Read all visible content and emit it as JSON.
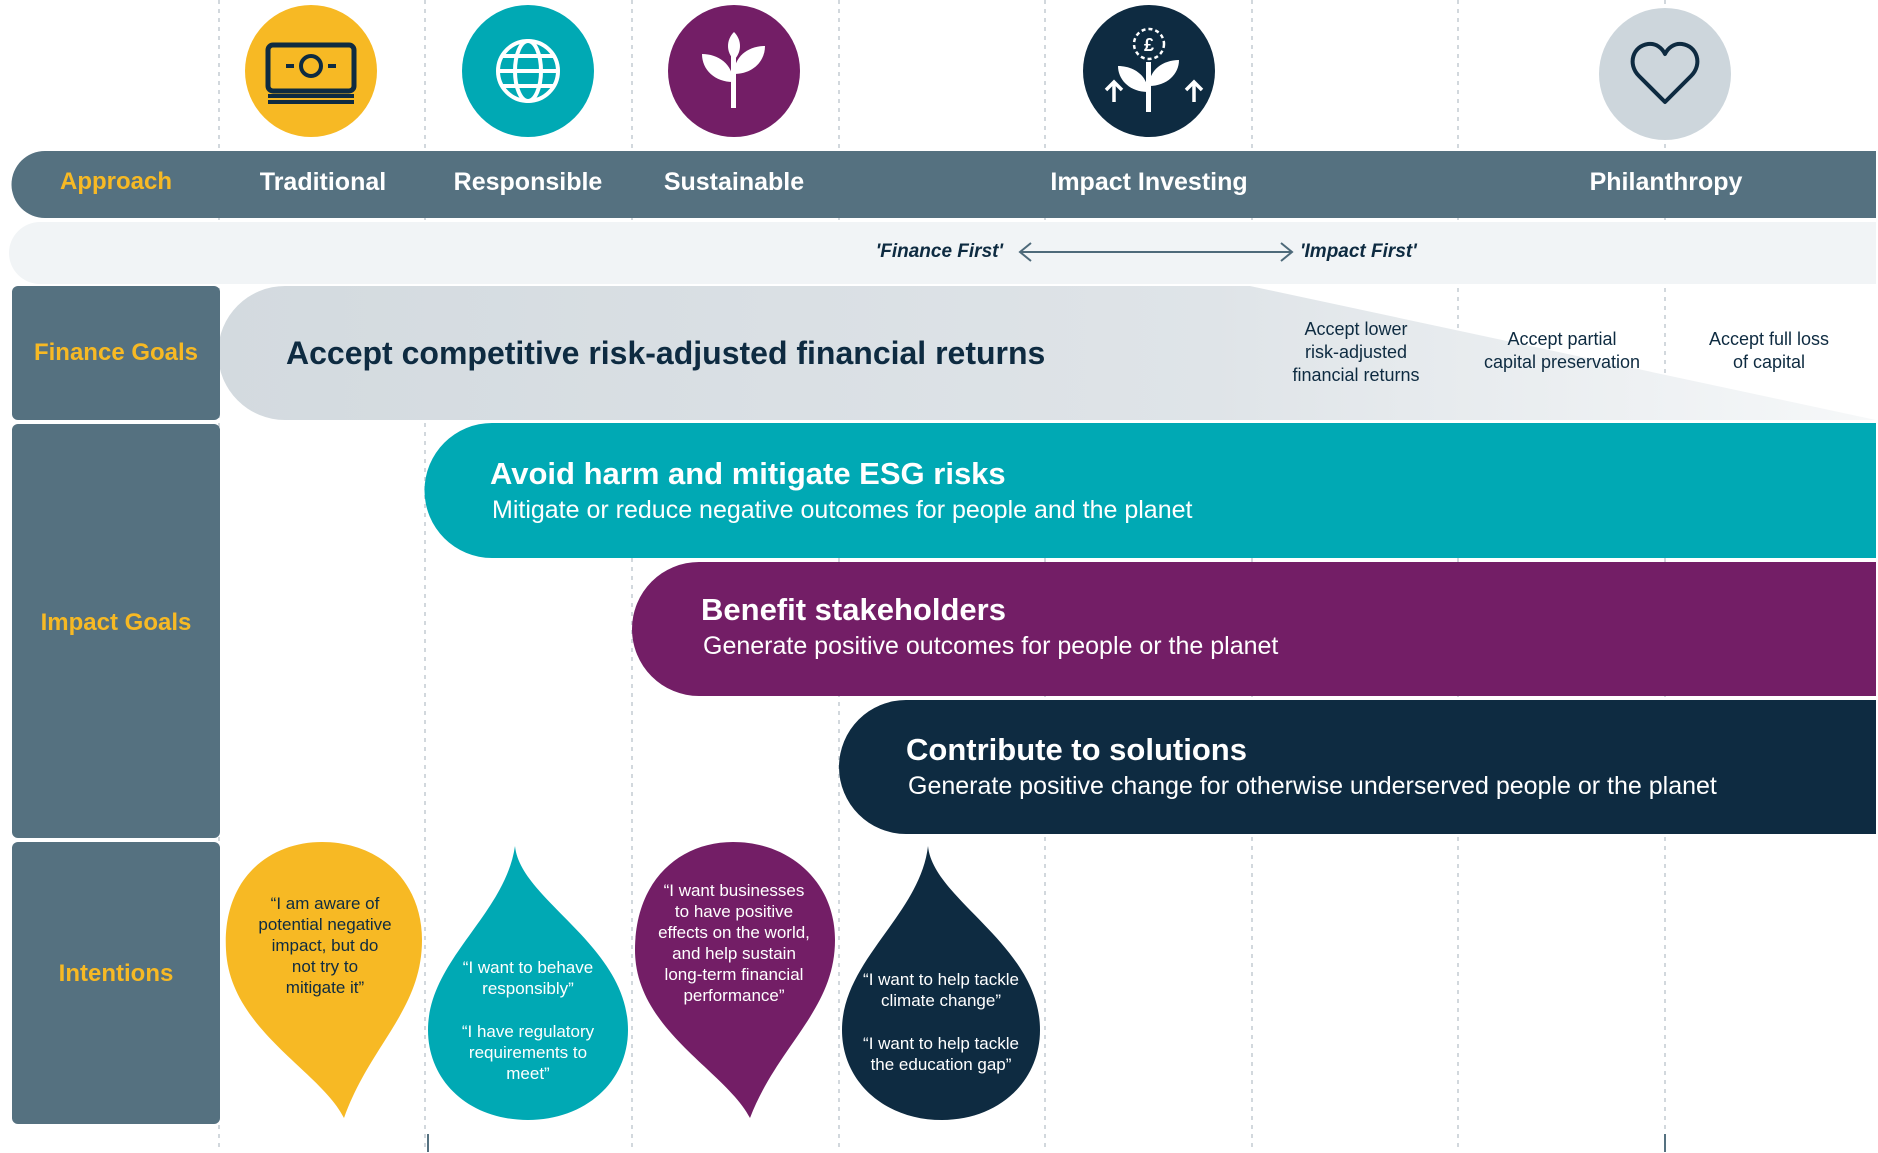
{
  "header": {
    "approach_label": "Approach",
    "approaches": [
      "Traditional",
      "Responsible",
      "Sustainable",
      "Impact Investing",
      "Philanthropy"
    ]
  },
  "orientation": {
    "finance_first": "'Finance First'",
    "impact_first": "'Impact First'"
  },
  "rows": {
    "finance_goals": "Finance Goals",
    "impact_goals": "Impact Goals",
    "intentions": "Intentions"
  },
  "finance_goals": {
    "main": "Accept competitive risk-adjusted financial returns",
    "lower_returns": "Accept lower\nrisk-adjusted\nfinancial returns",
    "partial_preservation": "Accept partial\ncapital preservation",
    "full_loss": "Accept full loss\nof capital"
  },
  "impact_goals": [
    {
      "title": "Avoid harm and mitigate ESG risks",
      "subtitle": "Mitigate or reduce negative outcomes for people and the planet"
    },
    {
      "title": "Benefit stakeholders",
      "subtitle": "Generate positive outcomes for people or the planet"
    },
    {
      "title": "Contribute to solutions",
      "subtitle": "Generate positive change for otherwise underserved people or the planet"
    }
  ],
  "intentions": [
    {
      "text": "“I am aware of\npotential negative\nimpact, but do\nnot try to\nmitigate it”"
    },
    {
      "text": "“I want to behave\nresponsibly”",
      "text2": "“I have regulatory\nrequirements to\nmeet”"
    },
    {
      "text": "“I want businesses\nto have positive\neffects on the world,\nand help sustain\nlong-term financial\nperformance”"
    },
    {
      "text": "“I want to help tackle\nclimate change”",
      "text2": "“I want to help tackle\nthe education gap”"
    }
  ],
  "colors": {
    "slate": "#557180",
    "gold": "#f7b924",
    "teal": "#00a9b4",
    "purple": "#731e66",
    "navy": "#0e2b41",
    "light_grey": "#cdd6dc"
  },
  "icons": [
    "cash-icon",
    "globe-icon",
    "plant-icon",
    "impact-growth-icon",
    "heart-icon",
    "double-arrow-icon"
  ]
}
